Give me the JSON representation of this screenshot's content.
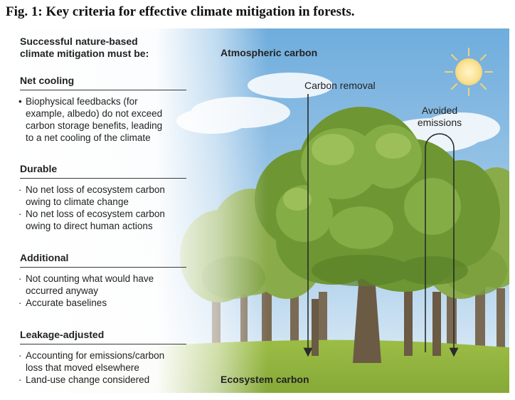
{
  "figure": {
    "title": "Fig. 1: Key criteria for effective climate mitigation in forests."
  },
  "intro": {
    "line1": "Successful nature-based",
    "line2": "climate mitigation must be:"
  },
  "criteria": [
    {
      "heading": "Net cooling",
      "marker": "•",
      "items": [
        [
          "Biophysical feedbacks (for",
          "example, albedo) do not exceed",
          "carbon storage benefits, leading",
          "to a net cooling of the climate"
        ]
      ]
    },
    {
      "heading": "Durable",
      "marker": "·",
      "items": [
        [
          "No net loss of ecosystem carbon",
          "owing to climate change"
        ],
        [
          "No net loss of ecosystem carbon",
          "owing to direct human actions"
        ]
      ]
    },
    {
      "heading": "Additional",
      "marker": "·",
      "items": [
        [
          "Not counting what would have",
          "occurred anyway"
        ],
        [
          "Accurate baselines"
        ]
      ]
    },
    {
      "heading": "Leakage-adjusted",
      "marker": "·",
      "items": [
        [
          "Accounting for emissions/carbon",
          "loss that moved elsewhere"
        ],
        [
          "Land-use change considered"
        ]
      ]
    }
  ],
  "scene": {
    "atmospheric_label": "Atmospheric carbon",
    "ecosystem_label": "Ecosystem carbon",
    "carbon_removal_label": "Carbon removal",
    "avoided_line1": "Avoided",
    "avoided_line2": "emissions"
  },
  "colors": {
    "sky_top": "#7fb6e2",
    "sky_bottom": "#e4f0f8",
    "foliage_dark": "#5f8a2c",
    "foliage_mid": "#7ea43c",
    "foliage_light": "#a6c45a",
    "trunk": "#6b5a44",
    "grass": "#8fb23e",
    "sun": "#fbe7a6"
  }
}
